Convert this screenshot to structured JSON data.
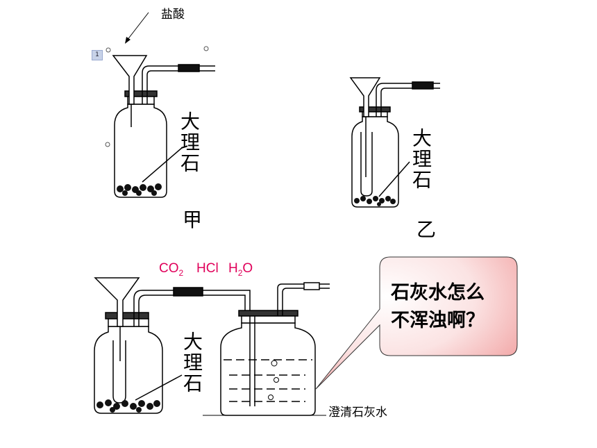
{
  "labels": {
    "acid": "盐酸",
    "marble_a": "大理石",
    "marble_b": "大理石",
    "marble_c": "大理石",
    "jia": "甲",
    "yi": "乙",
    "limewater": "澄清石灰水",
    "page_marker": "1"
  },
  "gases": {
    "co2_main": "CO",
    "co2_sub": "2",
    "hcl": "HCl",
    "h2o_h": "H",
    "h2o_sub": "2",
    "h2o_o": "O"
  },
  "bubble": {
    "line1": "石灰水怎么",
    "line2": "不浑浊啊？",
    "fill": "#f7c9c9"
  }
}
